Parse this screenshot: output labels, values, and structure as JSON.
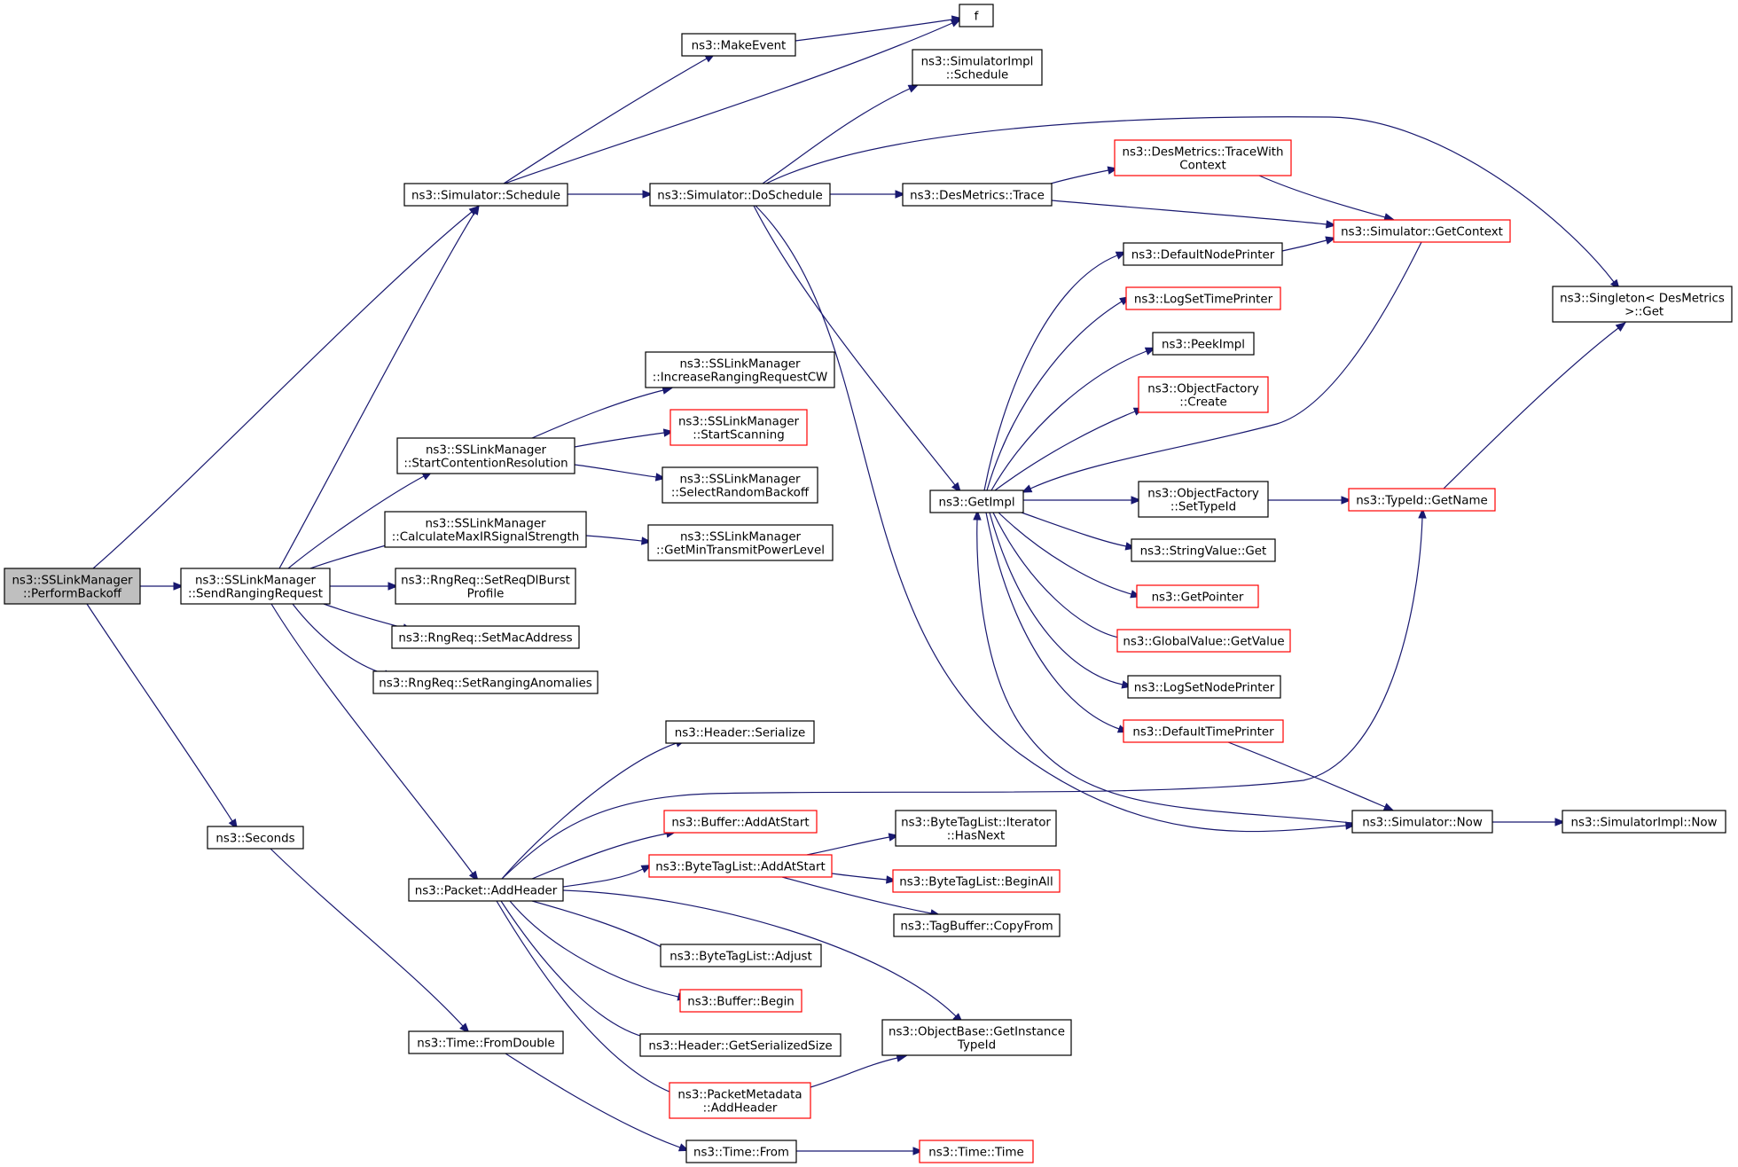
{
  "graph": {
    "title": "",
    "colors": {
      "edge": "#191970",
      "node_border_default": "#000000",
      "node_border_truncated": "#ff0000",
      "node_fill_default": "#ffffff",
      "node_fill_focus": "#bfbfbf"
    },
    "nodes": [
      {
        "id": "performbackoff",
        "lines": [
          "ns3::SSLinkManager",
          "::PerformBackoff"
        ],
        "style": "focus"
      },
      {
        "id": "sendrangingrequest",
        "lines": [
          "ns3::SSLinkManager",
          "::SendRangingRequest"
        ],
        "style": "normal"
      },
      {
        "id": "seconds",
        "lines": [
          "ns3::Seconds"
        ],
        "style": "normal"
      },
      {
        "id": "simulator-schedule",
        "lines": [
          "ns3::Simulator::Schedule"
        ],
        "style": "normal"
      },
      {
        "id": "makeevent",
        "lines": [
          "ns3::MakeEvent"
        ],
        "style": "normal"
      },
      {
        "id": "f",
        "lines": [
          "f"
        ],
        "style": "normal"
      },
      {
        "id": "simulator-doschedule",
        "lines": [
          "ns3::Simulator::DoSchedule"
        ],
        "style": "normal"
      },
      {
        "id": "simulatorimpl-schedule",
        "lines": [
          "ns3::SimulatorImpl",
          "::Schedule"
        ],
        "style": "normal"
      },
      {
        "id": "desmetrics-trace",
        "lines": [
          "ns3::DesMetrics::Trace"
        ],
        "style": "normal"
      },
      {
        "id": "desmetrics-tracewithcontext",
        "lines": [
          "ns3::DesMetrics::TraceWith",
          "Context"
        ],
        "style": "truncated"
      },
      {
        "id": "simulator-getcontext",
        "lines": [
          "ns3::Simulator::GetContext"
        ],
        "style": "truncated"
      },
      {
        "id": "singleton-get",
        "lines": [
          "ns3::Singleton< DesMetrics",
          " >::Get"
        ],
        "style": "normal"
      },
      {
        "id": "defaultnodeprinter",
        "lines": [
          "ns3::DefaultNodePrinter"
        ],
        "style": "normal"
      },
      {
        "id": "logsettimeprinter",
        "lines": [
          "ns3::LogSetTimePrinter"
        ],
        "style": "truncated"
      },
      {
        "id": "peekimpl",
        "lines": [
          "ns3::PeekImpl"
        ],
        "style": "normal"
      },
      {
        "id": "objectfactory-create",
        "lines": [
          "ns3::ObjectFactory",
          "::Create"
        ],
        "style": "truncated"
      },
      {
        "id": "getimpl",
        "lines": [
          "ns3::GetImpl"
        ],
        "style": "normal"
      },
      {
        "id": "objectfactory-settypeid",
        "lines": [
          "ns3::ObjectFactory",
          "::SetTypeId"
        ],
        "style": "normal"
      },
      {
        "id": "typeid-getname",
        "lines": [
          "ns3::TypeId::GetName"
        ],
        "style": "truncated"
      },
      {
        "id": "stringvalue-get",
        "lines": [
          "ns3::StringValue::Get"
        ],
        "style": "normal"
      },
      {
        "id": "getpointer",
        "lines": [
          "ns3::GetPointer"
        ],
        "style": "truncated"
      },
      {
        "id": "globalvalue-getvalue",
        "lines": [
          "ns3::GlobalValue::GetValue"
        ],
        "style": "truncated"
      },
      {
        "id": "logsetnodeprinter",
        "lines": [
          "ns3::LogSetNodePrinter"
        ],
        "style": "normal"
      },
      {
        "id": "defaulttimeprinter",
        "lines": [
          "ns3::DefaultTimePrinter"
        ],
        "style": "truncated"
      },
      {
        "id": "simulator-now",
        "lines": [
          "ns3::Simulator::Now"
        ],
        "style": "normal"
      },
      {
        "id": "simulatorimpl-now",
        "lines": [
          "ns3::SimulatorImpl::Now"
        ],
        "style": "normal"
      },
      {
        "id": "increaserangingrequestcw",
        "lines": [
          "ns3::SSLinkManager",
          "::IncreaseRangingRequestCW"
        ],
        "style": "normal"
      },
      {
        "id": "startcontentionresolution",
        "lines": [
          "ns3::SSLinkManager",
          "::StartContentionResolution"
        ],
        "style": "normal"
      },
      {
        "id": "startscanning",
        "lines": [
          "ns3::SSLinkManager",
          "::StartScanning"
        ],
        "style": "truncated"
      },
      {
        "id": "selectrandombackoff",
        "lines": [
          "ns3::SSLinkManager",
          "::SelectRandomBackoff"
        ],
        "style": "normal"
      },
      {
        "id": "calculatemaxirsignalstrength",
        "lines": [
          "ns3::SSLinkManager",
          "::CalculateMaxIRSignalStrength"
        ],
        "style": "normal"
      },
      {
        "id": "getmintransmitpowerlevel",
        "lines": [
          "ns3::SSLinkManager",
          "::GetMinTransmitPowerLevel"
        ],
        "style": "normal"
      },
      {
        "id": "setreqdlburstprofile",
        "lines": [
          "ns3::RngReq::SetReqDlBurst",
          "Profile"
        ],
        "style": "normal"
      },
      {
        "id": "setmacaddress",
        "lines": [
          "ns3::RngReq::SetMacAddress"
        ],
        "style": "normal"
      },
      {
        "id": "setranginganomalies",
        "lines": [
          "ns3::RngReq::SetRangingAnomalies"
        ],
        "style": "normal"
      },
      {
        "id": "header-serialize",
        "lines": [
          "ns3::Header::Serialize"
        ],
        "style": "normal"
      },
      {
        "id": "buffer-addatstart",
        "lines": [
          "ns3::Buffer::AddAtStart"
        ],
        "style": "truncated"
      },
      {
        "id": "packet-addheader",
        "lines": [
          "ns3::Packet::AddHeader"
        ],
        "style": "normal"
      },
      {
        "id": "bytetaglist-addatstart",
        "lines": [
          "ns3::ByteTagList::AddAtStart"
        ],
        "style": "truncated"
      },
      {
        "id": "iterator-hasnext",
        "lines": [
          "ns3::ByteTagList::Iterator",
          "::HasNext"
        ],
        "style": "normal"
      },
      {
        "id": "bytetaglist-beginall",
        "lines": [
          "ns3::ByteTagList::BeginAll"
        ],
        "style": "truncated"
      },
      {
        "id": "tagbuffer-copyfrom",
        "lines": [
          "ns3::TagBuffer::CopyFrom"
        ],
        "style": "normal"
      },
      {
        "id": "bytetaglist-adjust",
        "lines": [
          "ns3::ByteTagList::Adjust"
        ],
        "style": "normal"
      },
      {
        "id": "buffer-begin",
        "lines": [
          "ns3::Buffer::Begin"
        ],
        "style": "truncated"
      },
      {
        "id": "header-getserializedsize",
        "lines": [
          "ns3::Header::GetSerializedSize"
        ],
        "style": "normal"
      },
      {
        "id": "objectbase-getinstancetypeid",
        "lines": [
          "ns3::ObjectBase::GetInstance",
          "TypeId"
        ],
        "style": "normal"
      },
      {
        "id": "packetmetadata-addheader",
        "lines": [
          "ns3::PacketMetadata",
          "::AddHeader"
        ],
        "style": "truncated"
      },
      {
        "id": "time-fromdouble",
        "lines": [
          "ns3::Time::FromDouble"
        ],
        "style": "normal"
      },
      {
        "id": "time-from",
        "lines": [
          "ns3::Time::From"
        ],
        "style": "normal"
      },
      {
        "id": "time-time",
        "lines": [
          "ns3::Time::Time"
        ],
        "style": "truncated"
      }
    ],
    "edges": [
      {
        "from": "performbackoff",
        "to": "sendrangingrequest"
      },
      {
        "from": "performbackoff",
        "to": "simulator-schedule"
      },
      {
        "from": "performbackoff",
        "to": "seconds"
      },
      {
        "from": "sendrangingrequest",
        "to": "simulator-schedule"
      },
      {
        "from": "sendrangingrequest",
        "to": "startcontentionresolution"
      },
      {
        "from": "sendrangingrequest",
        "to": "calculatemaxirsignalstrength"
      },
      {
        "from": "sendrangingrequest",
        "to": "setreqdlburstprofile"
      },
      {
        "from": "sendrangingrequest",
        "to": "setmacaddress"
      },
      {
        "from": "sendrangingrequest",
        "to": "setranginganomalies"
      },
      {
        "from": "sendrangingrequest",
        "to": "packet-addheader"
      },
      {
        "from": "simulator-schedule",
        "to": "makeevent"
      },
      {
        "from": "simulator-schedule",
        "to": "f"
      },
      {
        "from": "simulator-schedule",
        "to": "simulator-doschedule"
      },
      {
        "from": "makeevent",
        "to": "f"
      },
      {
        "from": "simulator-doschedule",
        "to": "simulatorimpl-schedule"
      },
      {
        "from": "simulator-doschedule",
        "to": "desmetrics-trace"
      },
      {
        "from": "simulator-doschedule",
        "to": "singleton-get"
      },
      {
        "from": "simulator-doschedule",
        "to": "getimpl"
      },
      {
        "from": "simulator-doschedule",
        "to": "simulator-now"
      },
      {
        "from": "desmetrics-trace",
        "to": "desmetrics-tracewithcontext"
      },
      {
        "from": "desmetrics-trace",
        "to": "simulator-getcontext"
      },
      {
        "from": "desmetrics-tracewithcontext",
        "to": "simulator-getcontext"
      },
      {
        "from": "simulator-getcontext",
        "to": "getimpl"
      },
      {
        "from": "defaultnodeprinter",
        "to": "simulator-getcontext"
      },
      {
        "from": "getimpl",
        "to": "defaultnodeprinter"
      },
      {
        "from": "getimpl",
        "to": "logsettimeprinter"
      },
      {
        "from": "getimpl",
        "to": "peekimpl"
      },
      {
        "from": "getimpl",
        "to": "objectfactory-create"
      },
      {
        "from": "getimpl",
        "to": "objectfactory-settypeid"
      },
      {
        "from": "getimpl",
        "to": "stringvalue-get"
      },
      {
        "from": "getimpl",
        "to": "getpointer"
      },
      {
        "from": "getimpl",
        "to": "globalvalue-getvalue"
      },
      {
        "from": "getimpl",
        "to": "logsetnodeprinter"
      },
      {
        "from": "getimpl",
        "to": "defaulttimeprinter"
      },
      {
        "from": "objectfactory-settypeid",
        "to": "typeid-getname"
      },
      {
        "from": "typeid-getname",
        "to": "singleton-get"
      },
      {
        "from": "defaulttimeprinter",
        "to": "simulator-now"
      },
      {
        "from": "simulator-now",
        "to": "getimpl"
      },
      {
        "from": "simulator-now",
        "to": "simulatorimpl-now"
      },
      {
        "from": "startcontentionresolution",
        "to": "increaserangingrequestcw"
      },
      {
        "from": "startcontentionresolution",
        "to": "startscanning"
      },
      {
        "from": "startcontentionresolution",
        "to": "selectrandombackoff"
      },
      {
        "from": "calculatemaxirsignalstrength",
        "to": "getmintransmitpowerlevel"
      },
      {
        "from": "seconds",
        "to": "time-fromdouble"
      },
      {
        "from": "time-fromdouble",
        "to": "time-from"
      },
      {
        "from": "time-from",
        "to": "time-time"
      },
      {
        "from": "packet-addheader",
        "to": "header-serialize"
      },
      {
        "from": "packet-addheader",
        "to": "typeid-getname"
      },
      {
        "from": "packet-addheader",
        "to": "buffer-addatstart"
      },
      {
        "from": "packet-addheader",
        "to": "bytetaglist-addatstart"
      },
      {
        "from": "packet-addheader",
        "to": "objectbase-getinstancetypeid"
      },
      {
        "from": "packet-addheader",
        "to": "bytetaglist-adjust"
      },
      {
        "from": "packet-addheader",
        "to": "buffer-begin"
      },
      {
        "from": "packet-addheader",
        "to": "header-getserializedsize"
      },
      {
        "from": "packet-addheader",
        "to": "packetmetadata-addheader"
      },
      {
        "from": "bytetaglist-addatstart",
        "to": "iterator-hasnext"
      },
      {
        "from": "bytetaglist-addatstart",
        "to": "bytetaglist-beginall"
      },
      {
        "from": "bytetaglist-addatstart",
        "to": "tagbuffer-copyfrom"
      },
      {
        "from": "packetmetadata-addheader",
        "to": "objectbase-getinstancetypeid"
      }
    ]
  }
}
